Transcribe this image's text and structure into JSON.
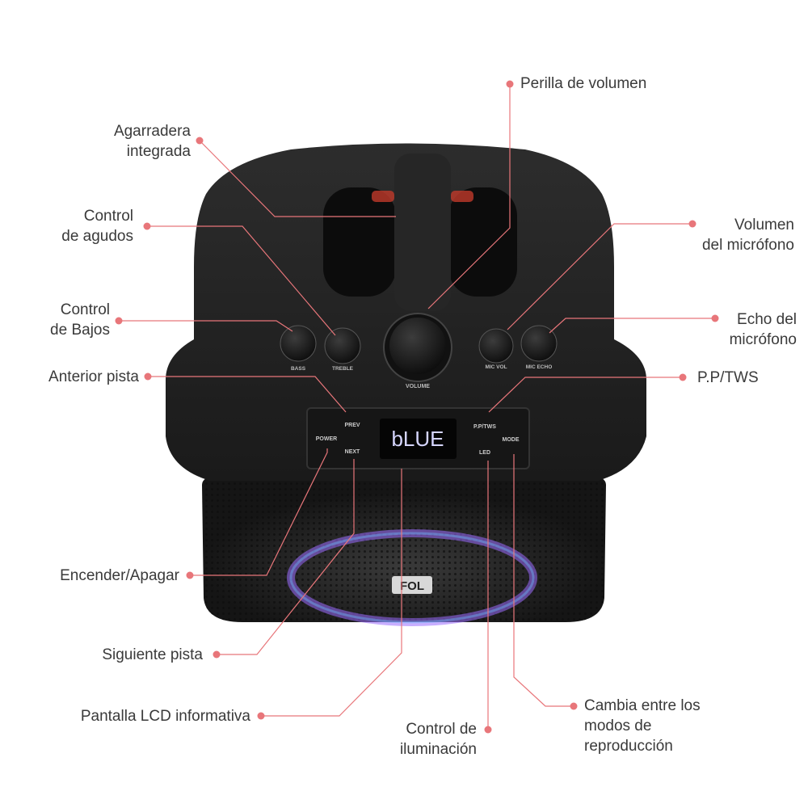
{
  "colors": {
    "accent": "#e8767a",
    "label_text": "#3a3a3a",
    "speaker_body": "#1f1f1f",
    "lcd_text": "#d6d6ff",
    "led_ring": "#9b6bff"
  },
  "callouts": {
    "perilla_volumen": "Perilla de volumen",
    "agarradera": "Agarradera\nintegrada",
    "control_agudos": "Control\nde agudos",
    "volumen_microfono": "Volumen\ndel micrófono",
    "control_bajos": "Control\nde Bajos",
    "echo_microfono": "Echo del\nmicrófono",
    "anterior_pista": "Anterior pista",
    "pp_tws": "P.P/TWS",
    "encender_apagar": "Encender/Apagar",
    "siguiente_pista": "Siguiente pista",
    "pantalla_lcd": "Pantalla LCD informativa",
    "control_iluminacion": "Control de\niluminación",
    "cambia_modos": "Cambia entre los\nmodos de\nreproducción"
  },
  "device": {
    "knob_labels": {
      "bass": "BASS",
      "treble": "TREBLE",
      "volume": "VOLUME",
      "mic_vol": "MIC VOL",
      "mic_echo": "MIC ECHO"
    },
    "button_labels": {
      "prev": "PREV",
      "power": "POWER",
      "next": "NEXT",
      "pp_tws": "P.P/TWS",
      "mode": "MODE",
      "led": "LED"
    },
    "lcd_text": "bLUE",
    "brand": "FOL"
  }
}
